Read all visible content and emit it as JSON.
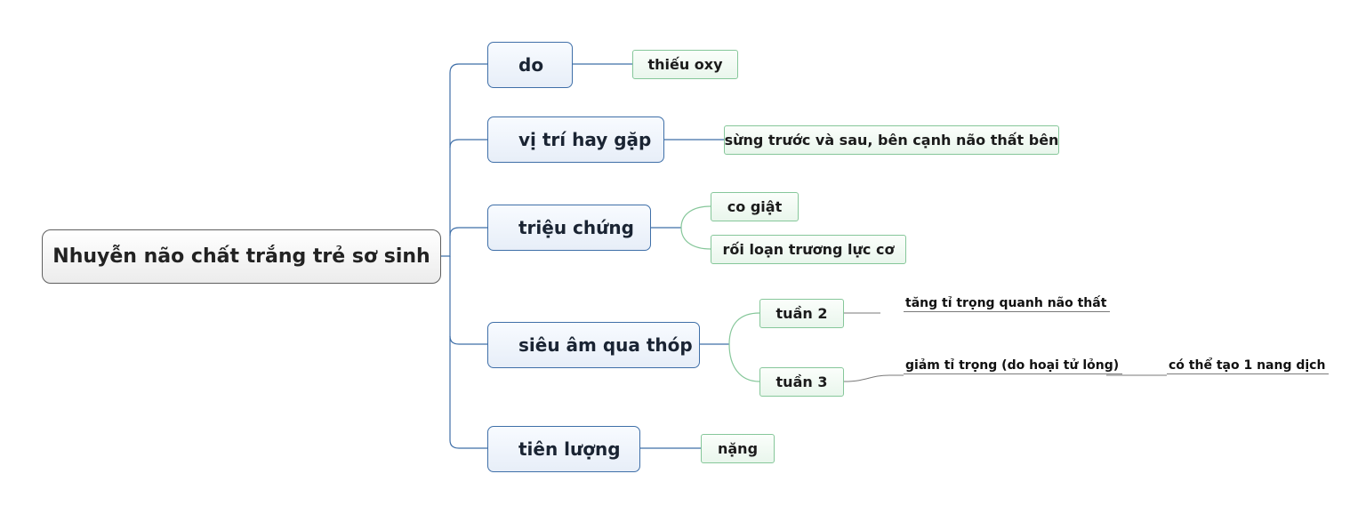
{
  "root": {
    "label": "Nhuyễn não chất trắng trẻ sơ sinh"
  },
  "branches": [
    {
      "label": "do",
      "children": [
        {
          "label": "thiếu oxy"
        }
      ]
    },
    {
      "label": "vị trí hay gặp",
      "children": [
        {
          "label": "sừng trước và sau, bên cạnh não thất bên"
        }
      ]
    },
    {
      "label": "triệu chứng",
      "children": [
        {
          "label": "co giật"
        },
        {
          "label": "rối loạn trương lực cơ"
        }
      ]
    },
    {
      "label": "siêu âm qua thóp",
      "children": [
        {
          "label": "tuần 2",
          "children": [
            {
              "label": "tăng tỉ trọng quanh não thất"
            }
          ]
        },
        {
          "label": "tuần 3",
          "children": [
            {
              "label": "giảm tỉ trọng (do hoại tử lỏng)",
              "children": [
                {
                  "label": "có thể tạo 1 nang dịch"
                }
              ]
            }
          ]
        }
      ]
    },
    {
      "label": "tiên lượng",
      "children": [
        {
          "label": "nặng"
        }
      ]
    }
  ],
  "colors": {
    "root_border": "#5f5f5f",
    "main_border": "#3f6fa8",
    "main_connector": "#3f6fa8",
    "sub_border": "#86c79a",
    "sub_connector": "#86c79a",
    "leaf_underline": "#7a7a7a"
  }
}
